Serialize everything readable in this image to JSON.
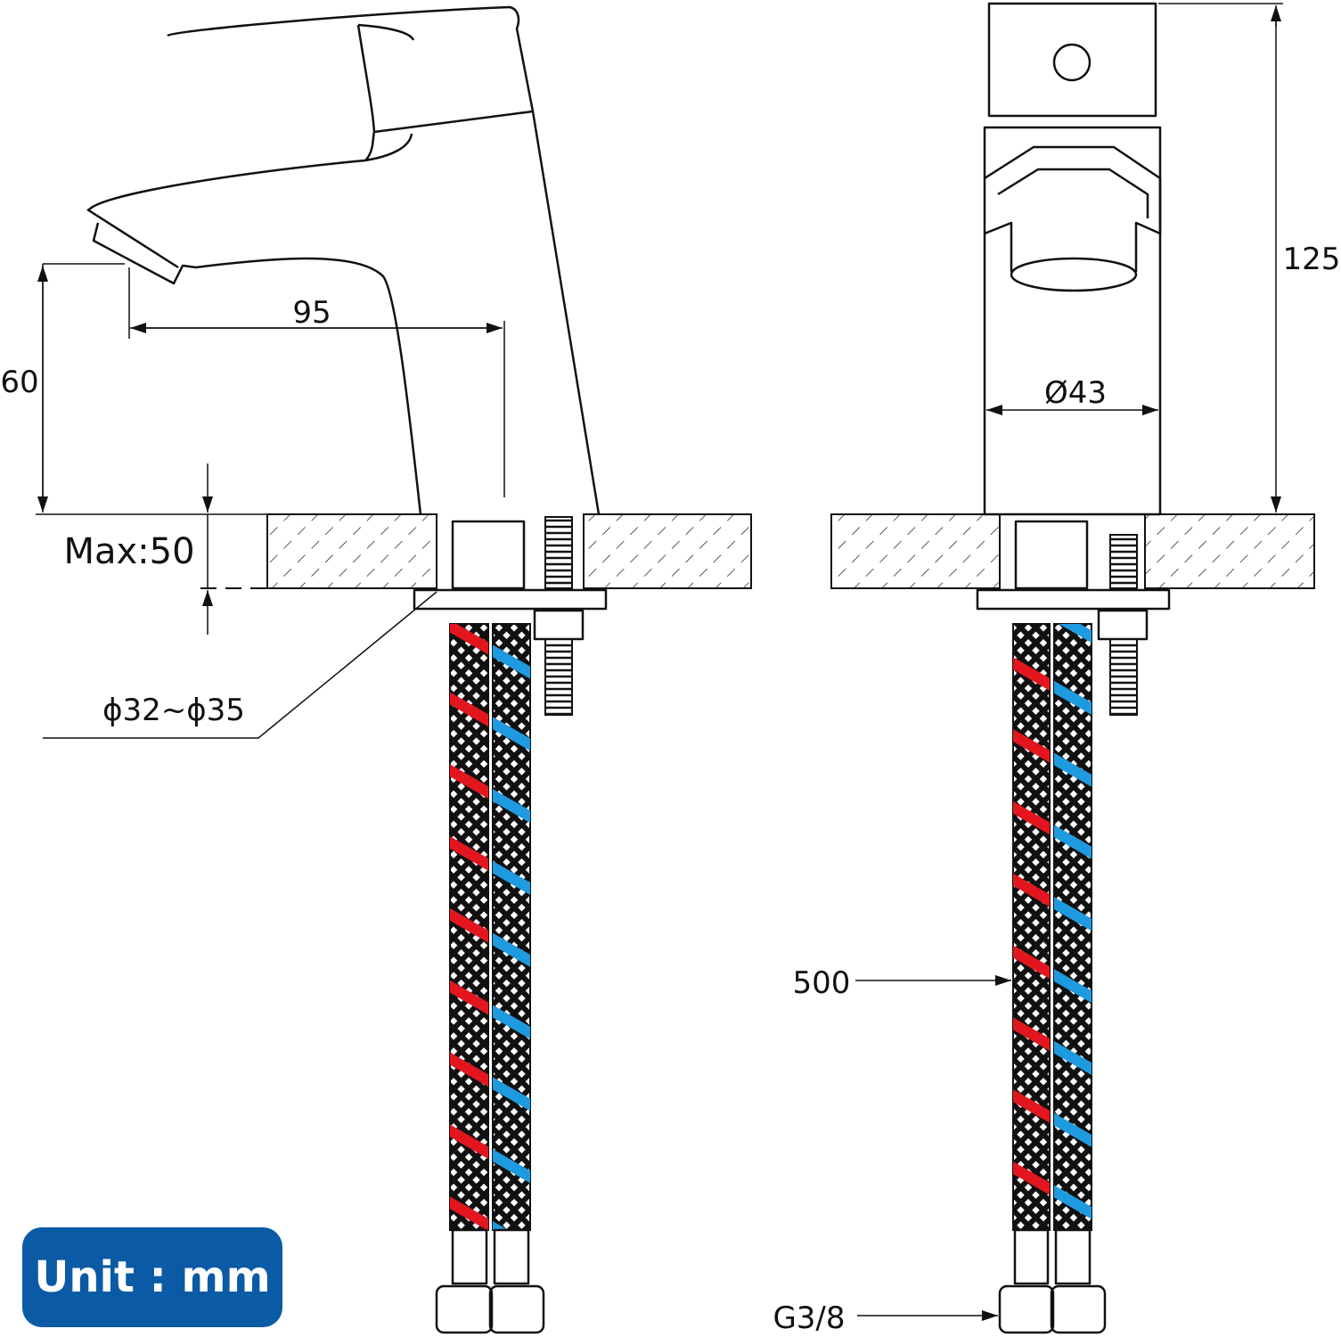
{
  "dimensions": {
    "spout_reach": "95",
    "spout_height": "60",
    "max_counter_thickness": "Max:50",
    "hole_diameter": "ϕ32~ϕ35",
    "total_height": "125",
    "body_diameter": "Ø43",
    "hose_length": "500",
    "connection_thread": "G3/8"
  },
  "unit_badge": "Unit : mm",
  "colors": {
    "hot": "#e3161f",
    "cold": "#1e9ae0",
    "badge": "#0b5aa6"
  }
}
